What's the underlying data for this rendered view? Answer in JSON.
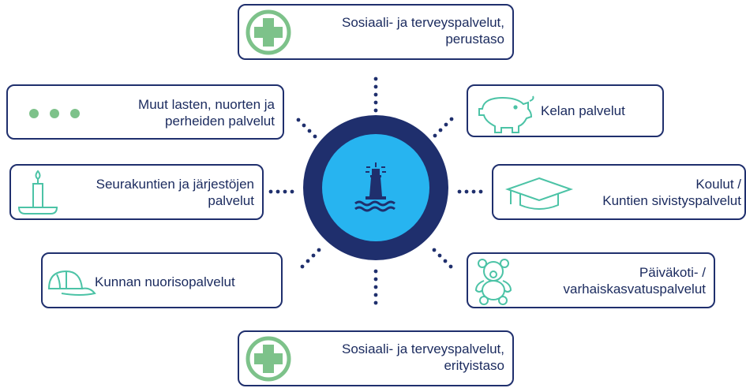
{
  "colors": {
    "navy": "#1f2f6d",
    "cyan": "#27b4f0",
    "teal": "#4cc3a6",
    "green": "#7dc28a"
  },
  "nodes": {
    "sote_basic": {
      "line1": "Sosiaali- ja terveyspalvelut,",
      "line2": "perustaso",
      "icon": "medical-cross-icon"
    },
    "kela": {
      "line1": "Kelan palvelut",
      "icon": "piggy-bank-icon"
    },
    "schools": {
      "line1": "Koulut /",
      "line2": "Kuntien sivistyspalvelut",
      "icon": "graduation-cap-icon"
    },
    "daycare": {
      "line1": "Päiväkoti- /",
      "line2": "varhaiskasvatuspalvelut",
      "icon": "teddy-bear-icon"
    },
    "sote_special": {
      "line1": "Sosiaali- ja terveyspalvelut,",
      "line2": "erityistaso",
      "icon": "medical-cross-icon"
    },
    "youth": {
      "line1": "Kunnan nuorisopalvelut",
      "icon": "baseball-cap-icon"
    },
    "parishes": {
      "line1": "Seurakuntien ja järjestöjen",
      "line2": "palvelut",
      "icon": "candle-icon"
    },
    "other": {
      "line1": "Muut lasten, nuorten ja",
      "line2": "perheiden palvelut",
      "icon": "ellipsis-icon"
    }
  },
  "center": {
    "icon": "lighthouse-icon"
  }
}
